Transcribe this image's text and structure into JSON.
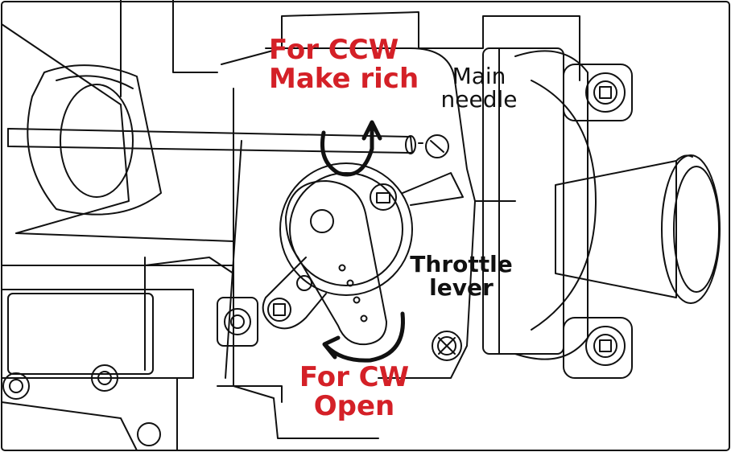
{
  "labels": {
    "ccw_line1": "For CCW",
    "ccw_line2": "Make rich",
    "needle_line1": "Main",
    "needle_line2": "needle",
    "throttle_line1": "Throttle",
    "throttle_line2": "lever",
    "cw_line1": "For CW",
    "cw_line2": "Open"
  },
  "colors": {
    "accent_red": "#d42027",
    "line": "#111111",
    "background": "#ffffff"
  },
  "icons": {
    "ccw_arrow": "counter-clockwise-arrow-icon",
    "cw_arrow": "clockwise-arrow-icon"
  }
}
